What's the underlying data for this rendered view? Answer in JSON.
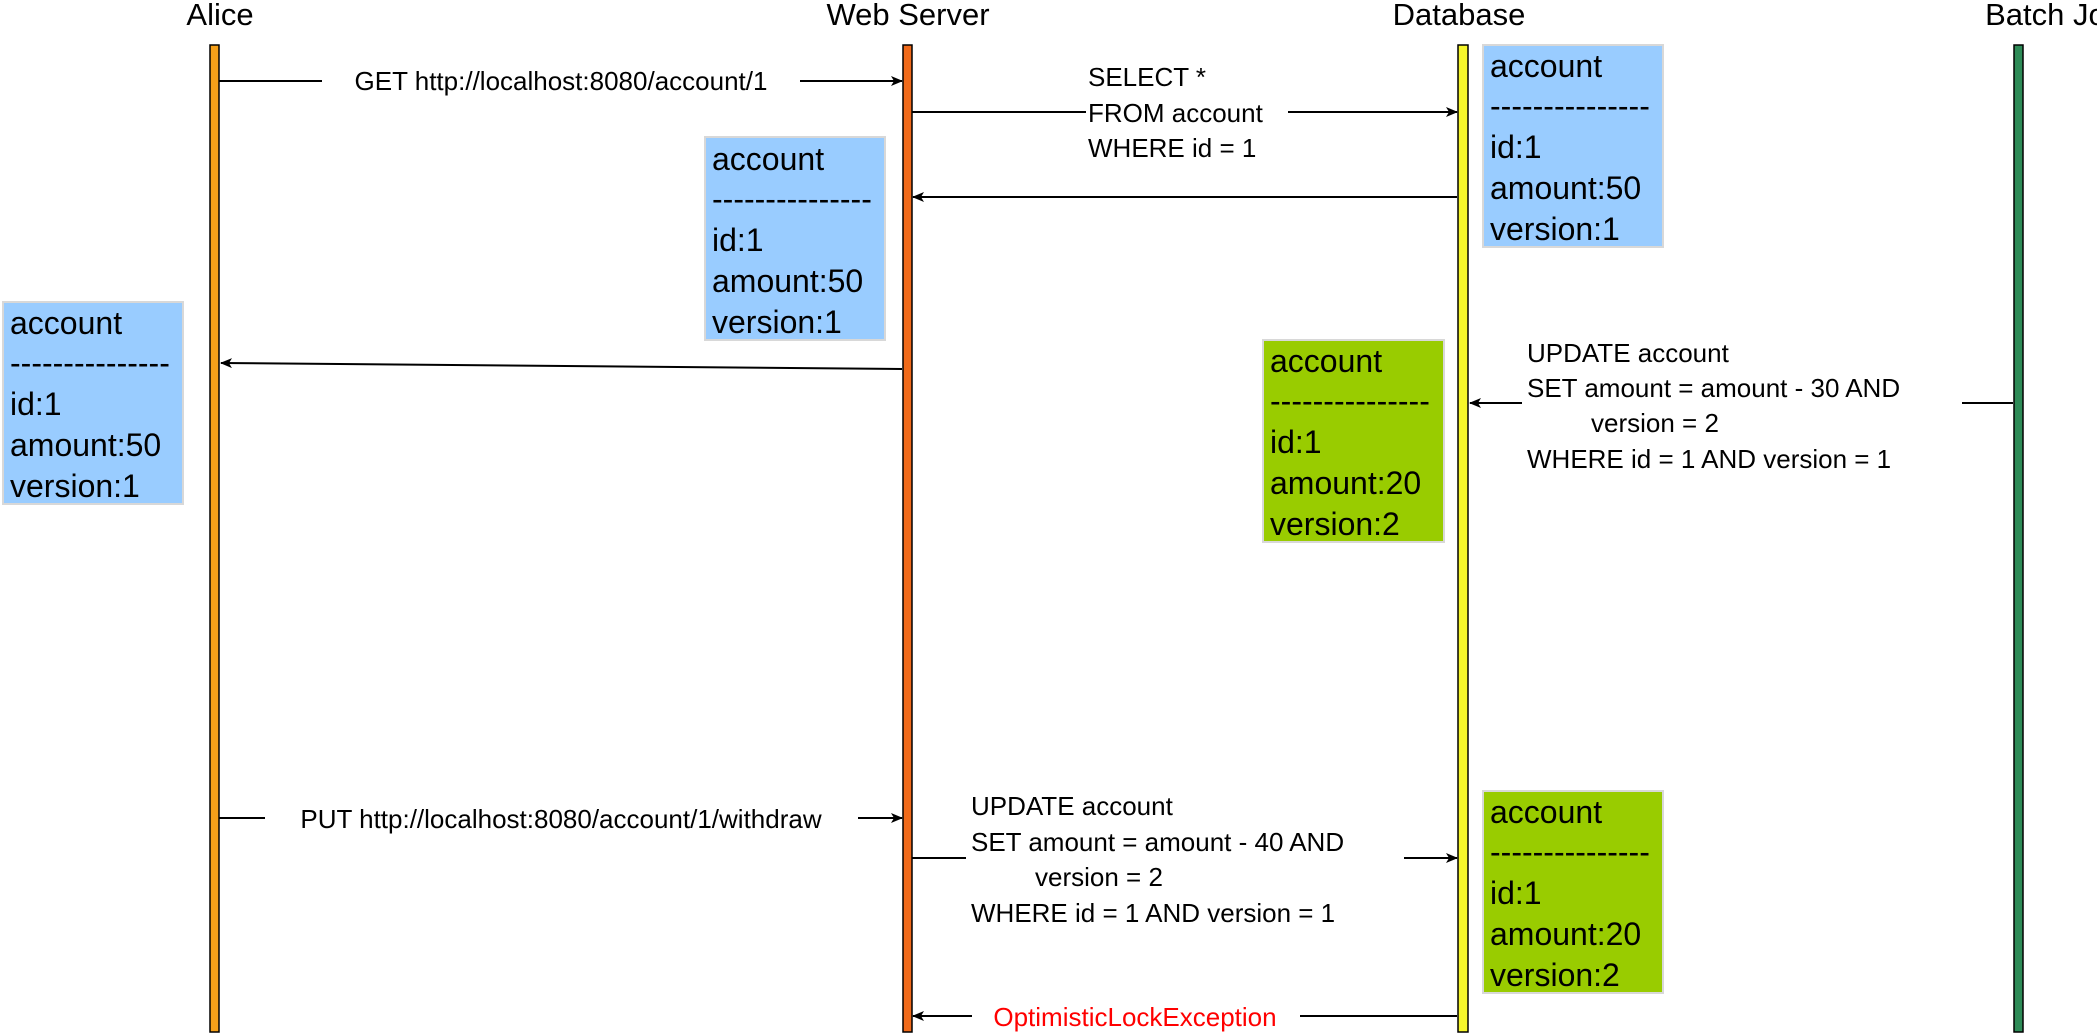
{
  "participants": {
    "alice": "Alice",
    "web_server": "Web Server",
    "database": "Database",
    "batch_job": "Batch Job"
  },
  "colors": {
    "alice_lifeline": "#F5A019",
    "web_server_lifeline": "#F06A1A",
    "database_lifeline": "#F5F52A",
    "batch_job_lifeline": "#2E8B57",
    "blue_box": "#99CCFF",
    "green_box": "#99CC00",
    "error_text": "#FF0000"
  },
  "messages": {
    "get_request": "GET http://localhost:8080/account/1",
    "select_query": [
      "SELECT *",
      "FROM account",
      "WHERE id = 1"
    ],
    "batch_update": [
      "UPDATE account",
      "SET amount = amount - 30 AND",
      "version = 2",
      "WHERE id = 1 AND version = 1"
    ],
    "put_request": "PUT http://localhost:8080/account/1/withdraw",
    "server_update": [
      "UPDATE account",
      "SET amount = amount - 40 AND",
      "version = 2",
      "WHERE id = 1 AND version = 1"
    ],
    "exception": "OptimisticLockException"
  },
  "records": {
    "db_initial": {
      "title": "account",
      "separator": "---------------",
      "id": "id:1",
      "amount": "amount:50",
      "version": "version:1"
    },
    "server_copy": {
      "title": "account",
      "separator": "---------------",
      "id": "id:1",
      "amount": "amount:50",
      "version": "version:1"
    },
    "alice_copy": {
      "title": "account",
      "separator": "---------------",
      "id": "id:1",
      "amount": "amount:50",
      "version": "version:1"
    },
    "batch_updated": {
      "title": "account",
      "separator": "---------------",
      "id": "id:1",
      "amount": "amount:20",
      "version": "version:2"
    },
    "db_final": {
      "title": "account",
      "separator": "---------------",
      "id": "id:1",
      "amount": "amount:20",
      "version": "version:2"
    }
  }
}
